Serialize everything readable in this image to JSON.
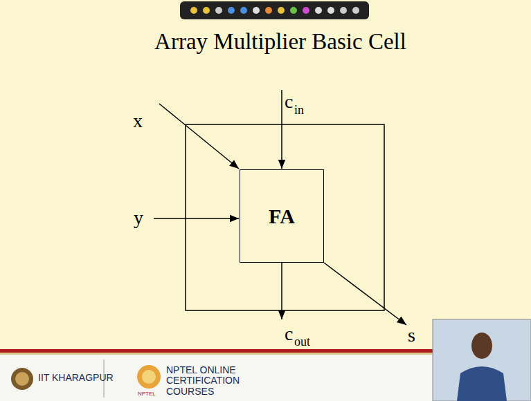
{
  "diagram": {
    "title": "Array Multiplier Basic Cell",
    "nodes": [
      {
        "text": [
          "FA"
        ]
      }
    ],
    "edges": [],
    "labels": [
      "x",
      "c",
      "in",
      "y",
      "c",
      "out",
      "s",
      "IIT KHARAGPUR",
      "NPTEL ONLINE CERTIFICATION COURSES",
      "NPTEL"
    ]
  }
}
